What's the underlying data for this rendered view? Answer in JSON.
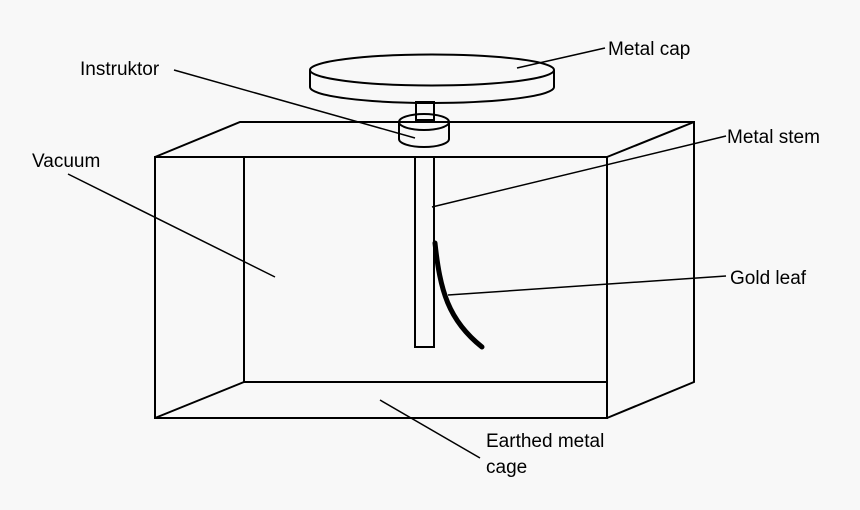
{
  "labels": {
    "metal_cap": "Metal cap",
    "instruktor": "Instruktor",
    "vacuum": "Vacuum",
    "metal_stem": "Metal stem",
    "gold_leaf": "Gold leaf",
    "earthed_line1": "Earthed metal",
    "earthed_line2": "cage"
  },
  "colors": {
    "stroke": "#000000",
    "background": "#f8f8f8"
  }
}
